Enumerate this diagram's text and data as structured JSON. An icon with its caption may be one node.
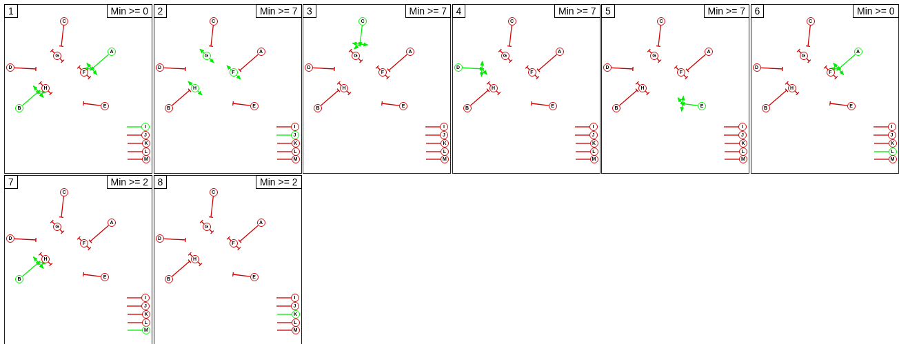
{
  "diagram": {
    "nodes": [
      {
        "text": [
          "1",
          "Min >= 0"
        ]
      },
      {
        "text": [
          "A"
        ],
        "in": 0
      },
      {
        "text": [
          "B"
        ],
        "in": 0
      },
      {
        "text": [
          "C"
        ],
        "in": 0
      },
      {
        "text": [
          "D"
        ],
        "in": 0
      },
      {
        "text": [
          "E"
        ],
        "in": 0
      },
      {
        "text": [
          "F"
        ],
        "in": 0
      },
      {
        "text": [
          "G"
        ],
        "in": 0
      },
      {
        "text": [
          "H"
        ],
        "in": 0
      },
      {
        "text": [
          "I"
        ],
        "in": 0
      },
      {
        "text": [
          "J"
        ],
        "in": 0
      },
      {
        "text": [
          "K"
        ],
        "in": 0
      },
      {
        "text": [
          "L"
        ],
        "in": 0
      },
      {
        "text": [
          "M"
        ],
        "in": 0
      },
      {
        "text": [
          "2",
          "Min >= 7"
        ]
      },
      {
        "text": [
          "A"
        ],
        "in": 14
      },
      {
        "text": [
          "B"
        ],
        "in": 14
      },
      {
        "text": [
          "C"
        ],
        "in": 14
      },
      {
        "text": [
          "D"
        ],
        "in": 14
      },
      {
        "text": [
          "E"
        ],
        "in": 14
      },
      {
        "text": [
          "F"
        ],
        "in": 14
      },
      {
        "text": [
          "G"
        ],
        "in": 14
      },
      {
        "text": [
          "H"
        ],
        "in": 14
      },
      {
        "text": [
          "I"
        ],
        "in": 14
      },
      {
        "text": [
          "J"
        ],
        "in": 14
      },
      {
        "text": [
          "K"
        ],
        "in": 14
      },
      {
        "text": [
          "L"
        ],
        "in": 14
      },
      {
        "text": [
          "M"
        ],
        "in": 14
      },
      {
        "text": [
          "3",
          "Min >= 7"
        ]
      },
      {
        "text": [
          "A"
        ],
        "in": 28
      },
      {
        "text": [
          "B"
        ],
        "in": 28
      },
      {
        "text": [
          "C"
        ],
        "in": 28
      },
      {
        "text": [
          "D"
        ],
        "in": 28
      },
      {
        "text": [
          "E"
        ],
        "in": 28
      },
      {
        "text": [
          "F"
        ],
        "in": 28
      },
      {
        "text": [
          "G"
        ],
        "in": 28
      },
      {
        "text": [
          "H"
        ],
        "in": 28
      },
      {
        "text": [
          "I"
        ],
        "in": 28
      },
      {
        "text": [
          "J"
        ],
        "in": 28
      },
      {
        "text": [
          "K"
        ],
        "in": 28
      },
      {
        "text": [
          "L"
        ],
        "in": 28
      },
      {
        "text": [
          "M"
        ],
        "in": 28
      },
      {
        "text": [
          "4",
          "Min >= 7"
        ]
      },
      {
        "text": [
          "A"
        ],
        "in": 42
      },
      {
        "text": [
          "B"
        ],
        "in": 42
      },
      {
        "text": [
          "C"
        ],
        "in": 42
      },
      {
        "text": [
          "D"
        ],
        "in": 42
      },
      {
        "text": [
          "E"
        ],
        "in": 42
      },
      {
        "text": [
          "F"
        ],
        "in": 42
      },
      {
        "text": [
          "G"
        ],
        "in": 42
      },
      {
        "text": [
          "H"
        ],
        "in": 42
      },
      {
        "text": [
          "I"
        ],
        "in": 42
      },
      {
        "text": [
          "J"
        ],
        "in": 42
      },
      {
        "text": [
          "K"
        ],
        "in": 42
      },
      {
        "text": [
          "L"
        ],
        "in": 42
      },
      {
        "text": [
          "M"
        ],
        "in": 42
      },
      {
        "text": [
          "5",
          "Min >= 7"
        ]
      },
      {
        "text": [
          "A"
        ],
        "in": 56
      },
      {
        "text": [
          "B"
        ],
        "in": 56
      },
      {
        "text": [
          "C"
        ],
        "in": 56
      },
      {
        "text": [
          "D"
        ],
        "in": 56
      },
      {
        "text": [
          "E"
        ],
        "in": 56
      },
      {
        "text": [
          "F"
        ],
        "in": 56
      },
      {
        "text": [
          "G"
        ],
        "in": 56
      },
      {
        "text": [
          "H"
        ],
        "in": 56
      },
      {
        "text": [
          "I"
        ],
        "in": 56
      },
      {
        "text": [
          "J"
        ],
        "in": 56
      },
      {
        "text": [
          "K"
        ],
        "in": 56
      },
      {
        "text": [
          "L"
        ],
        "in": 56
      },
      {
        "text": [
          "M"
        ],
        "in": 56
      },
      {
        "text": [
          "6",
          "Min >= 0"
        ]
      },
      {
        "text": [
          "A"
        ],
        "in": 70
      },
      {
        "text": [
          "B"
        ],
        "in": 70
      },
      {
        "text": [
          "C"
        ],
        "in": 70
      },
      {
        "text": [
          "D"
        ],
        "in": 70
      },
      {
        "text": [
          "E"
        ],
        "in": 70
      },
      {
        "text": [
          "F"
        ],
        "in": 70
      },
      {
        "text": [
          "G"
        ],
        "in": 70
      },
      {
        "text": [
          "H"
        ],
        "in": 70
      },
      {
        "text": [
          "I"
        ],
        "in": 70
      },
      {
        "text": [
          "J"
        ],
        "in": 70
      },
      {
        "text": [
          "K"
        ],
        "in": 70
      },
      {
        "text": [
          "L"
        ],
        "in": 70
      },
      {
        "text": [
          "M"
        ],
        "in": 70
      },
      {
        "text": [
          "7",
          "Min >= 2"
        ]
      },
      {
        "text": [
          "A"
        ],
        "in": 84
      },
      {
        "text": [
          "B"
        ],
        "in": 84
      },
      {
        "text": [
          "C"
        ],
        "in": 84
      },
      {
        "text": [
          "D"
        ],
        "in": 84
      },
      {
        "text": [
          "E"
        ],
        "in": 84
      },
      {
        "text": [
          "F"
        ],
        "in": 84
      },
      {
        "text": [
          "G"
        ],
        "in": 84
      },
      {
        "text": [
          "H"
        ],
        "in": 84
      },
      {
        "text": [
          "I"
        ],
        "in": 84
      },
      {
        "text": [
          "J"
        ],
        "in": 84
      },
      {
        "text": [
          "K"
        ],
        "in": 84
      },
      {
        "text": [
          "L"
        ],
        "in": 84
      },
      {
        "text": [
          "M"
        ],
        "in": 84
      },
      {
        "text": [
          "8",
          "Min >= 2"
        ]
      },
      {
        "text": [
          "A"
        ],
        "in": 98
      },
      {
        "text": [
          "B"
        ],
        "in": 98
      },
      {
        "text": [
          "C"
        ],
        "in": 98
      },
      {
        "text": [
          "D"
        ],
        "in": 98
      },
      {
        "text": [
          "E"
        ],
        "in": 98
      },
      {
        "text": [
          "F"
        ],
        "in": 98
      },
      {
        "text": [
          "G"
        ],
        "in": 98
      },
      {
        "text": [
          "H"
        ],
        "in": 98
      },
      {
        "text": [
          "I"
        ],
        "in": 98
      },
      {
        "text": [
          "J"
        ],
        "in": 98
      },
      {
        "text": [
          "K"
        ],
        "in": 98
      },
      {
        "text": [
          "L"
        ],
        "in": 98
      },
      {
        "text": [
          "M"
        ],
        "in": 98
      }
    ],
    "edges": [
      {
        "from": 1,
        "to": 6,
        "arrow": "to",
        "color": "#00ee00"
      },
      {
        "from": 2,
        "to": 8,
        "arrow": "to",
        "color": "#00ee00"
      },
      {
        "from": 3,
        "to": 7,
        "arrow": "other"
      },
      {
        "from": 4,
        "to": 8,
        "arrow": "other"
      },
      {
        "from": 5,
        "to": null,
        "arrow": "other"
      },
      {
        "from": 9,
        "to": null,
        "arrow": "none",
        "color": "#00ee00"
      },
      {
        "from": 10,
        "to": null,
        "arrow": "none"
      },
      {
        "from": 11,
        "to": null,
        "arrow": "none"
      },
      {
        "from": 12,
        "to": null,
        "arrow": "none"
      },
      {
        "from": 13,
        "to": null,
        "arrow": "none"
      },
      {
        "from": 15,
        "to": 20,
        "arrow": "other"
      },
      {
        "from": 16,
        "to": 22,
        "arrow": "other"
      },
      {
        "from": 17,
        "to": 21,
        "arrow": "other"
      },
      {
        "from": 18,
        "to": 22,
        "arrow": "other"
      },
      {
        "from": 19,
        "to": null,
        "arrow": "other"
      },
      {
        "from": 23,
        "to": null,
        "arrow": "none"
      },
      {
        "from": 24,
        "to": null,
        "arrow": "none",
        "color": "#00ee00"
      },
      {
        "from": 25,
        "to": null,
        "arrow": "none"
      },
      {
        "from": 26,
        "to": null,
        "arrow": "none"
      },
      {
        "from": 27,
        "to": null,
        "arrow": "none"
      },
      {
        "from": 29,
        "to": 34,
        "arrow": "other"
      },
      {
        "from": 30,
        "to": 36,
        "arrow": "other"
      },
      {
        "from": 31,
        "to": 35,
        "arrow": "to",
        "color": "#00ee00"
      },
      {
        "from": 32,
        "to": 36,
        "arrow": "other"
      },
      {
        "from": 33,
        "to": null,
        "arrow": "other"
      },
      {
        "from": 37,
        "to": null,
        "arrow": "none"
      },
      {
        "from": 38,
        "to": null,
        "arrow": "none"
      },
      {
        "from": 39,
        "to": null,
        "arrow": "none"
      },
      {
        "from": 40,
        "to": null,
        "arrow": "none"
      },
      {
        "from": 41,
        "to": null,
        "arrow": "none"
      },
      {
        "from": 43,
        "to": 48,
        "arrow": "other"
      },
      {
        "from": 44,
        "to": 50,
        "arrow": "other"
      },
      {
        "from": 45,
        "to": 49,
        "arrow": "other"
      },
      {
        "from": 46,
        "to": 50,
        "arrow": "to",
        "color": "#00ee00"
      },
      {
        "from": 47,
        "to": null,
        "arrow": "other"
      },
      {
        "from": 51,
        "to": null,
        "arrow": "none"
      },
      {
        "from": 52,
        "to": null,
        "arrow": "none"
      },
      {
        "from": 53,
        "to": null,
        "arrow": "none"
      },
      {
        "from": 54,
        "to": null,
        "arrow": "none"
      },
      {
        "from": 55,
        "to": null,
        "arrow": "none"
      },
      {
        "from": 57,
        "to": 62,
        "arrow": "other"
      },
      {
        "from": 58,
        "to": 64,
        "arrow": "other"
      },
      {
        "from": 59,
        "to": 63,
        "arrow": "other"
      },
      {
        "from": 60,
        "to": 64,
        "arrow": "other"
      },
      {
        "from": 61,
        "to": null,
        "arrow": "to",
        "color": "#00ee00"
      },
      {
        "from": 65,
        "to": null,
        "arrow": "none"
      },
      {
        "from": 66,
        "to": null,
        "arrow": "none"
      },
      {
        "from": 67,
        "to": null,
        "arrow": "none"
      },
      {
        "from": 68,
        "to": null,
        "arrow": "none"
      },
      {
        "from": 69,
        "to": null,
        "arrow": "none"
      },
      {
        "from": 71,
        "to": 76,
        "arrow": "to",
        "color": "#00ee00"
      },
      {
        "from": 72,
        "to": 78,
        "arrow": "other"
      },
      {
        "from": 73,
        "to": 77,
        "arrow": "other"
      },
      {
        "from": 74,
        "to": 78,
        "arrow": "other"
      },
      {
        "from": 75,
        "to": null,
        "arrow": "other"
      },
      {
        "from": 79,
        "to": null,
        "arrow": "none"
      },
      {
        "from": 80,
        "to": null,
        "arrow": "none"
      },
      {
        "from": 81,
        "to": null,
        "arrow": "none"
      },
      {
        "from": 82,
        "to": null,
        "arrow": "none",
        "color": "#00ee00"
      },
      {
        "from": 83,
        "to": null,
        "arrow": "none"
      },
      {
        "from": 85,
        "to": 90,
        "arrow": "other"
      },
      {
        "from": 86,
        "to": 92,
        "arrow": "to",
        "color": "#00ee00"
      },
      {
        "from": 87,
        "to": 91,
        "arrow": "other"
      },
      {
        "from": 88,
        "to": 92,
        "arrow": "other"
      },
      {
        "from": 89,
        "to": null,
        "arrow": "other"
      },
      {
        "from": 93,
        "to": null,
        "arrow": "none"
      },
      {
        "from": 94,
        "to": null,
        "arrow": "none"
      },
      {
        "from": 95,
        "to": null,
        "arrow": "none"
      },
      {
        "from": 96,
        "to": null,
        "arrow": "none"
      },
      {
        "from": 97,
        "to": null,
        "arrow": "none",
        "color": "#00ee00"
      },
      {
        "from": 99,
        "to": 104,
        "arrow": "other"
      },
      {
        "from": 100,
        "to": 106,
        "arrow": "other"
      },
      {
        "from": 101,
        "to": 105,
        "arrow": "other"
      },
      {
        "from": 102,
        "to": 106,
        "arrow": "other"
      },
      {
        "from": 103,
        "to": null,
        "arrow": "other"
      },
      {
        "from": 107,
        "to": null,
        "arrow": "none"
      },
      {
        "from": 108,
        "to": null,
        "arrow": "none"
      },
      {
        "from": 109,
        "to": null,
        "arrow": "none",
        "color": "#00ee00"
      },
      {
        "from": 110,
        "to": null,
        "arrow": "none"
      },
      {
        "from": 111,
        "to": null,
        "arrow": "none"
      }
    ]
  }
}
